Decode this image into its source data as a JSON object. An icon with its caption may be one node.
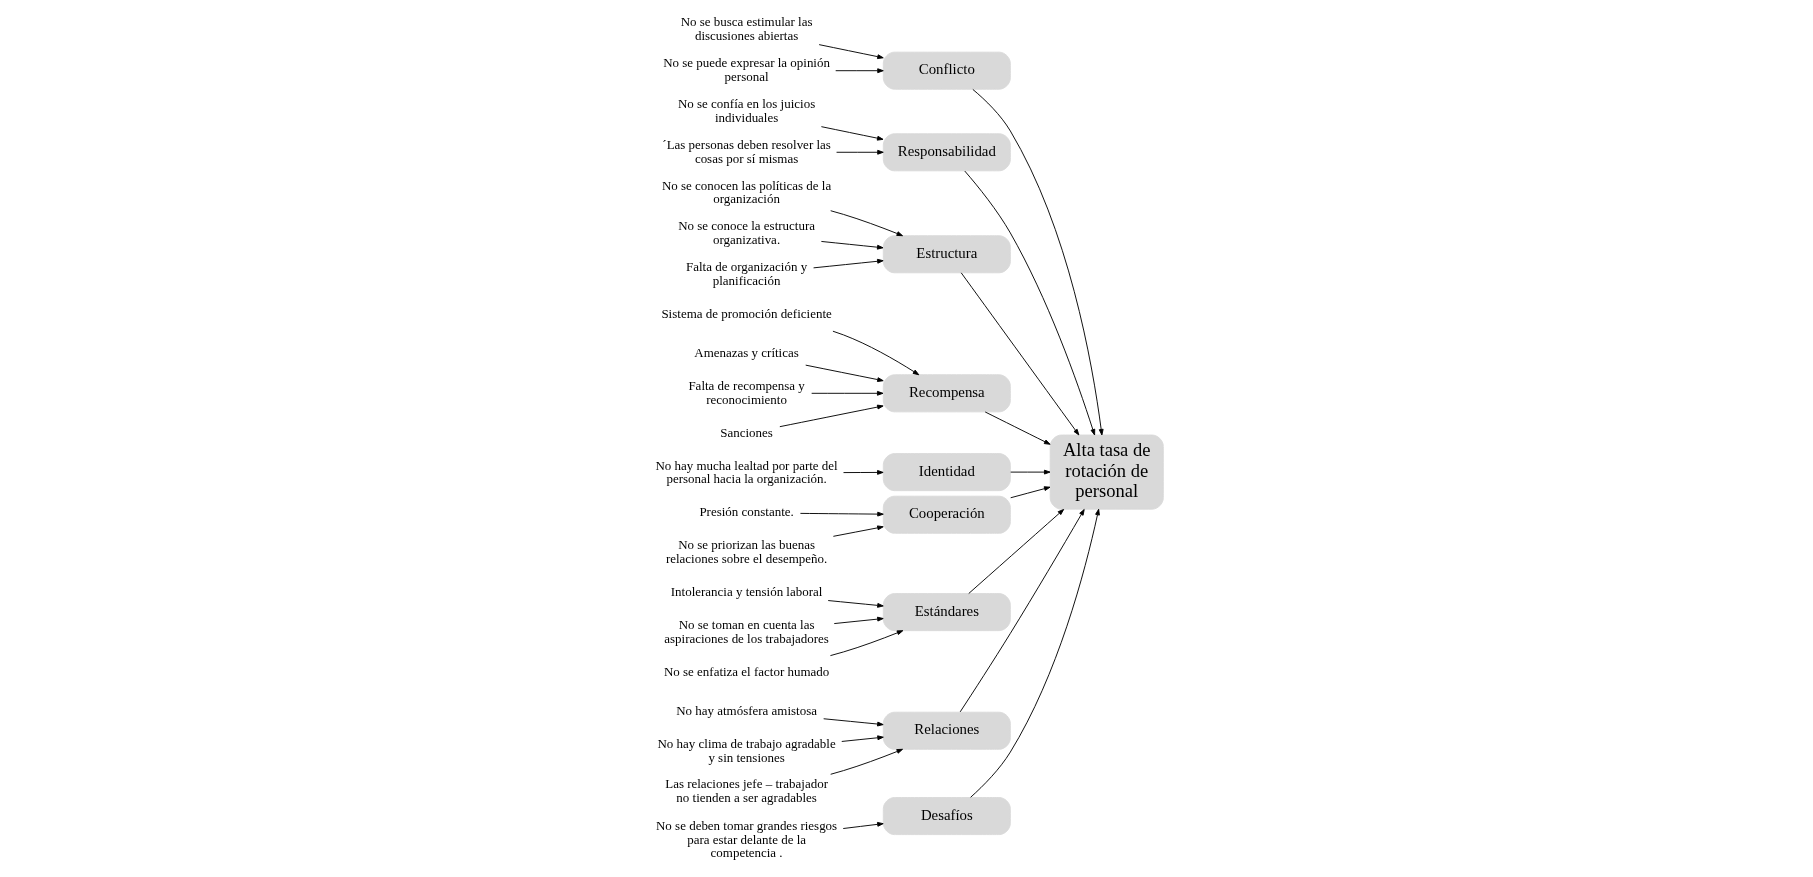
{
  "diagram": {
    "nodes": [
      {
        "text": [
          "Desafíos"
        ]
      },
      {
        "text": [
          "Conflicto"
        ]
      },
      {
        "text": [
          "Responsabilidad"
        ]
      },
      {
        "text": [
          "Estructura"
        ]
      },
      {
        "text": [
          "Recompensa"
        ]
      },
      {
        "text": [
          "No se deben tomar grandes riesgos para estar delante de la competencia ."
        ]
      },
      {
        "text": [
          "No se busca estimular las discusiones abiertas"
        ]
      },
      {
        "text": [
          "No se puede expresar la opinión personal"
        ]
      },
      {
        "text": [
          "No se confía en los juicios individuales"
        ]
      },
      {
        "text": [
          "´Las personas deben resolver las cosas por sí mismas"
        ]
      },
      {
        "text": [
          "No se conocen las políticas de la organización"
        ]
      },
      {
        "text": [
          "No se conoce la estructura organizativa."
        ]
      },
      {
        "text": [
          "Falta de organización y planificación"
        ]
      },
      {
        "text": [
          "Sistema de promoción deficiente"
        ]
      },
      {
        "text": [
          "Amenazas y críticas"
        ]
      },
      {
        "text": [
          "Falta de recompensa y reconocimiento"
        ]
      },
      {
        "text": [
          "Sanciones"
        ]
      },
      {
        "text": [
          "Alta tasa de rotación de personal"
        ]
      },
      {
        "text": [
          "No hay mucha lealtad por parte del personal hacia la organización."
        ]
      },
      {
        "text": [
          "Presión constante."
        ]
      },
      {
        "text": [
          "No se priorizan las buenas relaciones sobre el desempeño."
        ]
      },
      {
        "text": [
          "Intolerancia y tensión laboral"
        ]
      },
      {
        "text": [
          "No se toman en cuenta las aspiraciones de los trabajadores"
        ]
      },
      {
        "text": [
          "No se enfatiza el factor humado"
        ]
      },
      {
        "text": [
          "No hay atmósfera amistosa"
        ]
      },
      {
        "text": [
          "No hay clima de trabajo agradable y sin tensiones"
        ]
      },
      {
        "text": [
          "Las relaciones jefe – trabajador no tienden a ser agradables"
        ]
      },
      {
        "text": [
          "Identidad"
        ]
      },
      {
        "text": [
          "Cooperación"
        ]
      },
      {
        "text": [
          "Estándares"
        ]
      },
      {
        "text": [
          "Relaciones"
        ]
      }
    ],
    "edges": [
      {
        "from": 5,
        "to": 0,
        "arrow": "to"
      },
      {
        "from": 6,
        "to": 1,
        "arrow": "to"
      },
      {
        "from": 7,
        "to": 1,
        "arrow": "to"
      },
      {
        "from": 8,
        "to": 2,
        "arrow": "to"
      },
      {
        "from": 9,
        "to": 2,
        "arrow": "to"
      },
      {
        "from": 10,
        "to": 3,
        "arrow": "to"
      },
      {
        "from": 11,
        "to": 3,
        "arrow": "to"
      },
      {
        "from": 12,
        "to": 3,
        "arrow": "to"
      },
      {
        "from": 13,
        "to": 4,
        "arrow": "to"
      },
      {
        "from": 14,
        "to": 4,
        "arrow": "to"
      },
      {
        "from": 15,
        "to": 4,
        "arrow": "to"
      },
      {
        "from": 16,
        "to": 4,
        "arrow": "to"
      },
      {
        "from": 18,
        "to": 27,
        "arrow": "to"
      },
      {
        "from": 19,
        "to": 28,
        "arrow": "to"
      },
      {
        "from": 20,
        "to": 28,
        "arrow": "to"
      },
      {
        "from": 21,
        "to": 29,
        "arrow": "to"
      },
      {
        "from": 22,
        "to": 29,
        "arrow": "to"
      },
      {
        "from": 23,
        "to": 29,
        "arrow": "to"
      },
      {
        "from": 24,
        "to": 30,
        "arrow": "to"
      },
      {
        "from": 25,
        "to": 30,
        "arrow": "to"
      },
      {
        "from": 26,
        "to": 30,
        "arrow": "to"
      },
      {
        "from": 0,
        "to": 17,
        "arrow": "to"
      },
      {
        "from": 1,
        "to": 17,
        "arrow": "to"
      },
      {
        "from": 2,
        "to": 17,
        "arrow": "to"
      },
      {
        "from": 3,
        "to": 17,
        "arrow": "to"
      },
      {
        "from": 4,
        "to": 17,
        "arrow": "to"
      },
      {
        "from": 27,
        "to": 17,
        "arrow": "to"
      },
      {
        "from": 28,
        "to": 17,
        "arrow": "to"
      },
      {
        "from": 29,
        "to": 17,
        "arrow": "to"
      },
      {
        "from": 30,
        "to": 17,
        "arrow": "to"
      }
    ]
  }
}
